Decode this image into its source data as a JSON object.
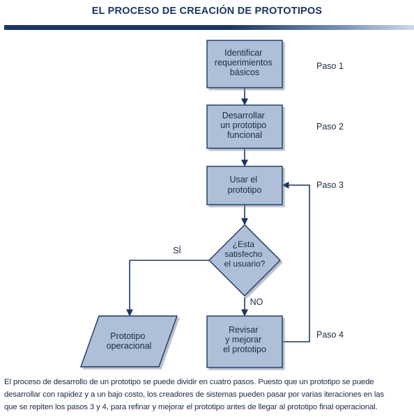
{
  "title": "EL PROCESO DE CREACIÓN DE PROTOTIPOS",
  "colors": {
    "title": "#1b3561",
    "box_fill": "#aebfd7",
    "box_stroke": "#1b3561",
    "line": "#1b3561",
    "text": "#1b2a44"
  },
  "boxes": {
    "step1": [
      "Identificar",
      "requerimientos",
      "básicos"
    ],
    "step2": [
      "Desarrollar",
      "un prototipo",
      "funcional"
    ],
    "step3": [
      "Usar el",
      "prototipo"
    ],
    "decision": [
      "¿Esta",
      "satisfecho",
      "el usuario?"
    ],
    "step4": [
      "Revisar",
      "y mejorar",
      "el prototipo"
    ],
    "output": [
      "Prototipo",
      "operacional"
    ]
  },
  "steps": {
    "step1": "Paso 1",
    "step2": "Paso 2",
    "step3": "Paso 3",
    "step4": "Paso 4"
  },
  "branches": {
    "yes": "SÍ",
    "no": "NO"
  },
  "caption": [
    "El proceso de desarrollo de un prototipo se puede dividir en cuatro pasos. Puesto que un prototipo se puede",
    "desarrollar con rapidez y a un bajo costo, los creadores de sistemas pueden pasar por varias iteraciones en las",
    "que se repiten los pasos 3 y 4, para refinar y mejorar el prototipo antes de llegar al prototipo final operacional."
  ]
}
